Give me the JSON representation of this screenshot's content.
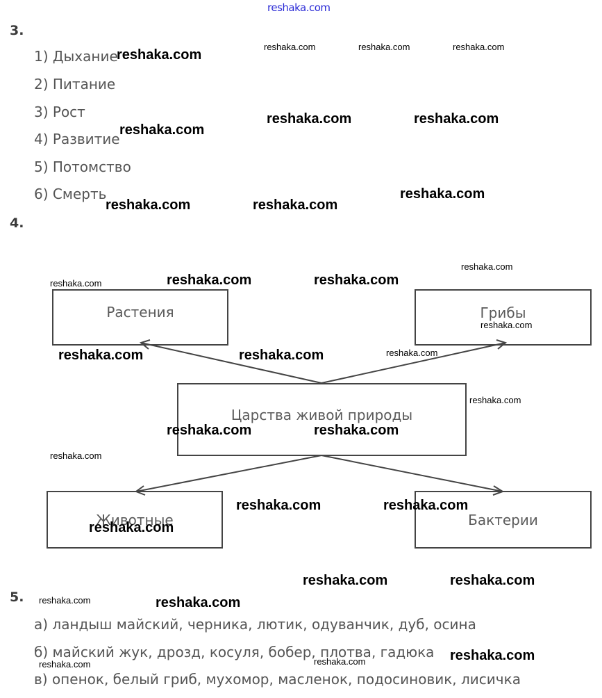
{
  "watermark": "reshaka.com",
  "section3": {
    "number": "3.",
    "items": [
      "1) Дыхание",
      "2) Питание",
      "3) Рост",
      "4) Развитие",
      "5) Потомство",
      "6) Смерть"
    ]
  },
  "section4": {
    "number": "4.",
    "diagram": {
      "center": "Царства живой природы",
      "top_left": "Растения",
      "top_right": "Грибы",
      "bottom_left": "Животные",
      "bottom_right": "Бактерии"
    }
  },
  "section5": {
    "number": "5.",
    "items": [
      "а) ландыш майский, черника, лютик, одуванчик, дуб, осина",
      "б) майский жук, дрозд, косуля, бобер, плотва, гадюка",
      "в) опенок, белый гриб, мухомор, масленок, подосиновик, лисичка"
    ]
  }
}
